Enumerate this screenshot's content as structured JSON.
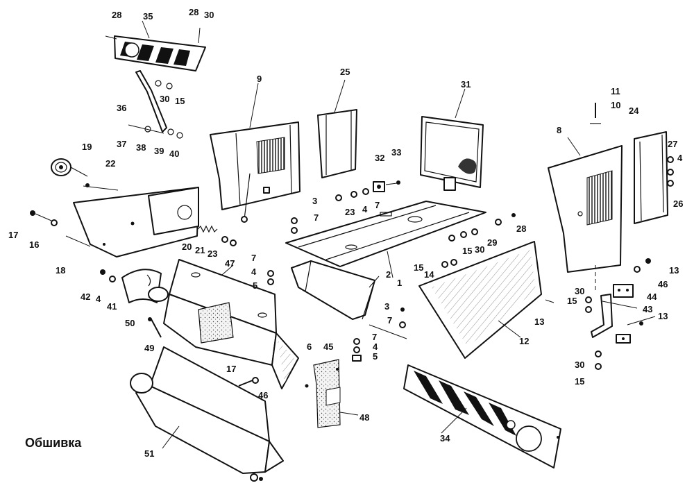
{
  "title": "Обшивка",
  "labels": {
    "p1": "1",
    "p2": "2",
    "p3a": "3",
    "p3b": "3",
    "p4a": "4",
    "p4b": "4",
    "p4c": "4",
    "p4d": "4",
    "p4e": "4",
    "p5a": "5",
    "p5b": "5",
    "p6": "6",
    "p7a": "7",
    "p7b": "7",
    "p7c": "7",
    "p7d": "7",
    "p7e": "7",
    "p8": "8",
    "p9": "9",
    "p10": "10",
    "p11": "11",
    "p12": "12",
    "p13a": "13",
    "p13b": "13",
    "p13c": "13",
    "p14": "14",
    "p15a": "15",
    "p15b": "15",
    "p15c": "15",
    "p15d": "15",
    "p15e": "15",
    "p16": "16",
    "p17a": "17",
    "p17b": "17",
    "p18": "18",
    "p19": "19",
    "p20": "20",
    "p21": "21",
    "p22": "22",
    "p23a": "23",
    "p23b": "23",
    "p24": "24",
    "p25": "25",
    "p26": "26",
    "p27": "27",
    "p28a": "28",
    "p28b": "28",
    "p28c": "28",
    "p29": "29",
    "p30a": "30",
    "p30b": "30",
    "p30c": "30",
    "p30d": "30",
    "p30e": "30",
    "p31": "31",
    "p32": "32",
    "p33": "33",
    "p34": "34",
    "p35": "35",
    "p36": "36",
    "p37": "37",
    "p38": "38",
    "p39": "39",
    "p40": "40",
    "p41": "41",
    "p42": "42",
    "p43": "43",
    "p44": "44",
    "p45": "45",
    "p46a": "46",
    "p46b": "46",
    "p47": "47",
    "p48": "48",
    "p49": "49",
    "p50": "50",
    "p51": "51"
  }
}
